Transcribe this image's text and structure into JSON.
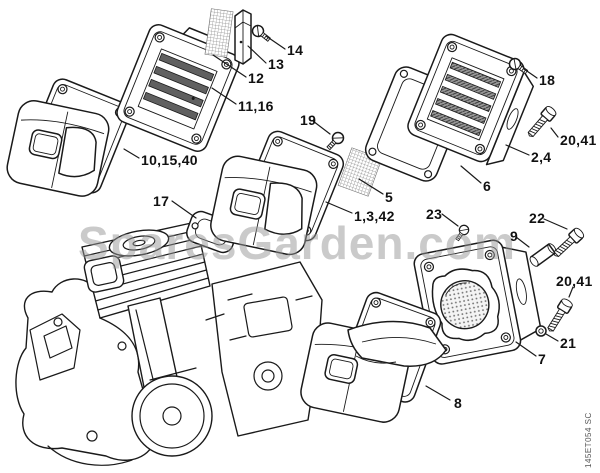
{
  "figure": {
    "watermark": "SparesGarden.com",
    "plate_code": "145ET054 SC"
  },
  "colors": {
    "line": "#1a1a1a",
    "louvre_fill": "#606060",
    "watermark_gray": "#969696"
  },
  "callouts": [
    {
      "text": "14"
    },
    {
      "text": "13"
    },
    {
      "text": "12"
    },
    {
      "text": "11,16"
    },
    {
      "text": "10,15,40"
    },
    {
      "text": "19"
    },
    {
      "text": "5"
    },
    {
      "text": "1,3,42"
    },
    {
      "text": "18"
    },
    {
      "text": "20,41"
    },
    {
      "text": "2,4"
    },
    {
      "text": "6"
    },
    {
      "text": "23"
    },
    {
      "text": "22"
    },
    {
      "text": "9"
    },
    {
      "text": "20,41"
    },
    {
      "text": "21"
    },
    {
      "text": "7"
    },
    {
      "text": "8"
    },
    {
      "text": "17"
    }
  ]
}
